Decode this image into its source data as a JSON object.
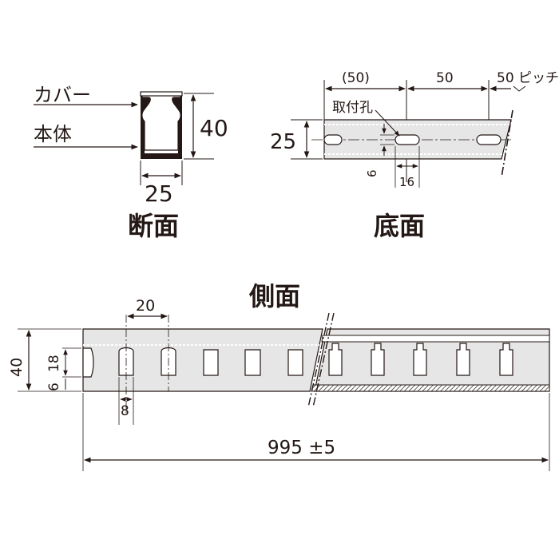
{
  "cross_section": {
    "title": "断面",
    "cover_label": "カバー",
    "body_label": "本体",
    "height": "40",
    "width": "25"
  },
  "bottom_view": {
    "title": "底面",
    "dim_first": "(50)",
    "dim_second": "50",
    "pitch": "50 ピッチ",
    "hole_label": "取付孔",
    "width": "25",
    "hole_width": "6",
    "hole_length": "16"
  },
  "side_view": {
    "title": "側面",
    "slot_pitch": "20",
    "height": "40",
    "dim_18": "18",
    "dim_6": "6",
    "slot_width": "8",
    "length": "995 ±5"
  },
  "colors": {
    "ink": "#231815",
    "profile_fill": "#e6e6e6",
    "body_black": "#231815"
  }
}
